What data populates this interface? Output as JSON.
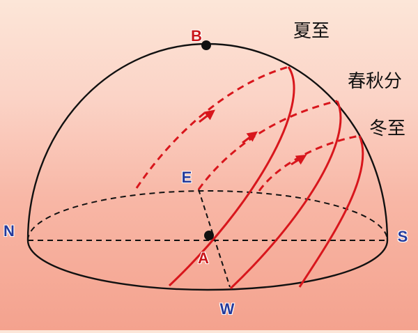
{
  "points": {
    "top": "B",
    "center": "A",
    "east": "E",
    "west": "W",
    "north": "N",
    "south": "S"
  },
  "seasons": {
    "summer_solstice": "夏至",
    "equinox": "春秋分",
    "winter_solstice": "冬至"
  },
  "colors": {
    "sun_path": "#d8161c",
    "outline": "#111111",
    "point_blue": "#243a9b",
    "point_red": "#c9161a"
  }
}
